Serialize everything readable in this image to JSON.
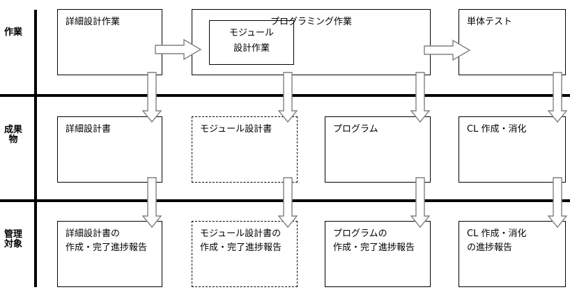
{
  "diagram": {
    "title": "",
    "swimlanes": [
      {
        "id": "work",
        "label": "作業"
      },
      {
        "id": "deliverable",
        "label": "成果物"
      },
      {
        "id": "managed",
        "label": "管理対象"
      }
    ],
    "boxes": [
      {
        "id": "detail-design-work",
        "lane": "work",
        "label": "詳細設計作業",
        "style": "solid",
        "align": "left"
      },
      {
        "id": "programming-work",
        "lane": "work",
        "label": "プログラミング作業",
        "style": "solid",
        "align": "center"
      },
      {
        "id": "module-design-work",
        "lane": "work",
        "label": "モジュール\n設計作業",
        "style": "solid",
        "align": "center"
      },
      {
        "id": "unit-test",
        "lane": "work",
        "label": "単体テスト",
        "style": "solid",
        "align": "left"
      },
      {
        "id": "detail-design-doc",
        "lane": "deliverable",
        "label": "詳細設計書",
        "style": "solid",
        "align": "left"
      },
      {
        "id": "module-design-doc",
        "lane": "deliverable",
        "label": "モジュール設計書",
        "style": "dashed",
        "align": "left"
      },
      {
        "id": "program",
        "lane": "deliverable",
        "label": "プログラム",
        "style": "solid",
        "align": "left"
      },
      {
        "id": "cl-create-consume",
        "lane": "deliverable",
        "label": "CL 作成・消化",
        "style": "solid",
        "align": "left"
      },
      {
        "id": "detail-design-report",
        "lane": "managed",
        "label": "詳細設計書の\n作成・完了進捗報告",
        "style": "solid",
        "align": "left"
      },
      {
        "id": "module-design-report",
        "lane": "managed",
        "label": "モジュール設計書の\n作成・完了進捗報告",
        "style": "dashed",
        "align": "left"
      },
      {
        "id": "program-report",
        "lane": "managed",
        "label": "プログラムの\n作成・完了進捗報告",
        "style": "solid",
        "align": "left"
      },
      {
        "id": "cl-report",
        "lane": "managed",
        "label": "CL 作成・消化\nの進捗報告",
        "style": "solid",
        "align": "left"
      }
    ],
    "flow_arrows": [
      {
        "id": "arrow-right-design-to-programming",
        "direction": "right",
        "from": "detail-design-work",
        "to": "programming-work"
      },
      {
        "id": "arrow-right-programming-to-test",
        "direction": "right",
        "from": "programming-work",
        "to": "unit-test"
      },
      {
        "id": "arrow-down-design-to-doc",
        "direction": "down",
        "from": "detail-design-work",
        "to": "detail-design-doc"
      },
      {
        "id": "arrow-down-module-to-doc",
        "direction": "down",
        "from": "module-design-work",
        "to": "module-design-doc"
      },
      {
        "id": "arrow-down-programming-to-program",
        "direction": "down",
        "from": "programming-work",
        "to": "program"
      },
      {
        "id": "arrow-down-test-to-cl",
        "direction": "down",
        "from": "unit-test",
        "to": "cl-create-consume"
      },
      {
        "id": "arrow-down-doc-to-report",
        "direction": "down",
        "from": "detail-design-doc",
        "to": "detail-design-report"
      },
      {
        "id": "arrow-down-moduledoc-to-report",
        "direction": "down",
        "from": "module-design-doc",
        "to": "module-design-report"
      },
      {
        "id": "arrow-down-program-to-report",
        "direction": "down",
        "from": "program",
        "to": "program-report"
      },
      {
        "id": "arrow-down-cl-to-report",
        "direction": "down",
        "from": "cl-create-consume",
        "to": "cl-report"
      }
    ],
    "colors": {
      "line": "#000000",
      "arrow_stroke": "#808080",
      "arrow_fill": "#ffffff",
      "background": "#ffffff"
    }
  }
}
